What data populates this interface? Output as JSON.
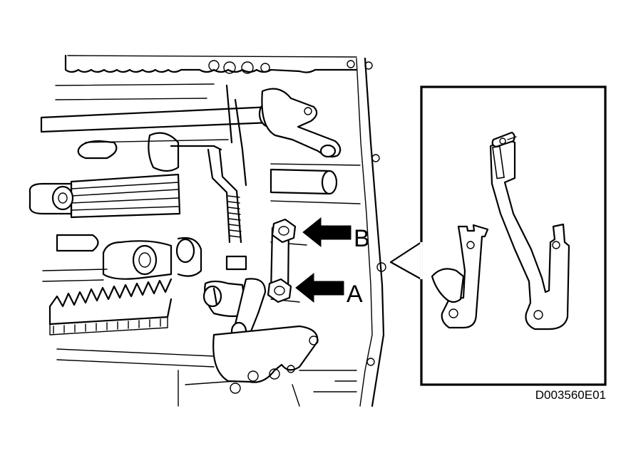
{
  "callouts": {
    "a_label": "A",
    "b_label": "B"
  },
  "figure_code": "D003560E01"
}
